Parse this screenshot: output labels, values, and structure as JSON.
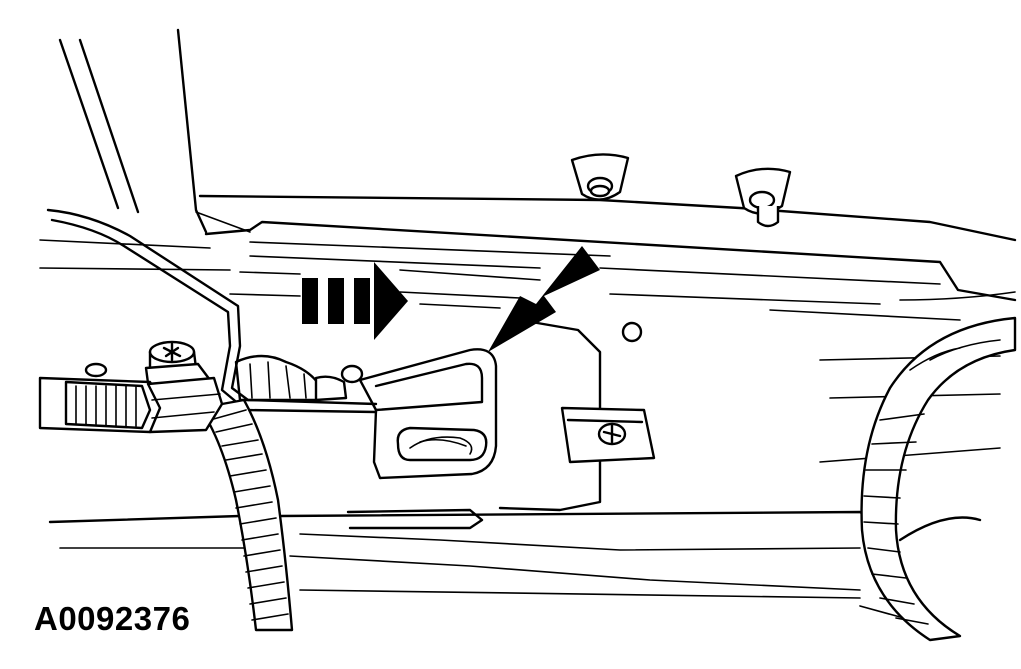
{
  "figure": {
    "id_label": "A0092376",
    "colors": {
      "ink": "#000000",
      "paper": "#ffffff"
    },
    "parts": [
      "upper-panel",
      "instrument-panel-beam",
      "mounting-bracket",
      "wiring-harness",
      "harness-clip",
      "push-pin-retainer",
      "u-nut-clip",
      "steering-column-boot",
      "direction-arrow",
      "pointer-arrow"
    ]
  }
}
